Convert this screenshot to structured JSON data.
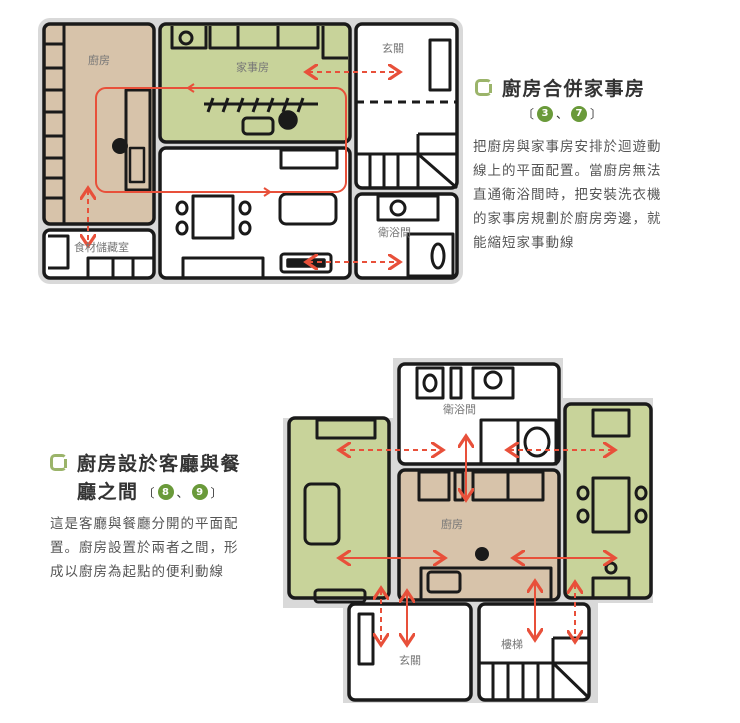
{
  "section1": {
    "title": "廚房合併家事房",
    "refs": {
      "open": "〔",
      "sep": "、",
      "close": "〕",
      "badges": [
        "3",
        "7"
      ]
    },
    "description_lines": [
      "把廚房與家事房安排於迴遊動",
      "線上的平面配置。當廚房無法",
      "直通衛浴間時，把安裝洗衣機",
      "的家事房規劃於廚房旁邊，就",
      "能縮短家事動線"
    ],
    "plan_labels": {
      "kitchen": "廚房",
      "utility": "家事房",
      "entrance": "玄關",
      "bathroom": "衛浴間",
      "pantry": "食材儲藏室"
    }
  },
  "section2": {
    "title_line1": "廚房設於客廳與餐",
    "title_line2": "廳之間",
    "refs": {
      "open": "〔",
      "sep": "、",
      "close": "〕",
      "badges": [
        "8",
        "9"
      ]
    },
    "description_lines": [
      "這是客廳與餐廳分開的平面配",
      "置。廚房設置於兩者之間，形",
      "成以廚房為起點的便利動線"
    ],
    "plan_labels": {
      "bathroom": "衛浴間",
      "kitchen": "廚房",
      "entrance": "玄關",
      "stairs": "樓梯"
    }
  },
  "colors": {
    "kitchen_fill": "#d7c3aa",
    "room_green": "#c8d39a",
    "outline": "#1a1a1a",
    "plan_bg": "#d9d9d9",
    "arrow_red": "#e8503a",
    "checkbox_green": "#9bb46a",
    "badge_green": "#6a9a3a"
  }
}
